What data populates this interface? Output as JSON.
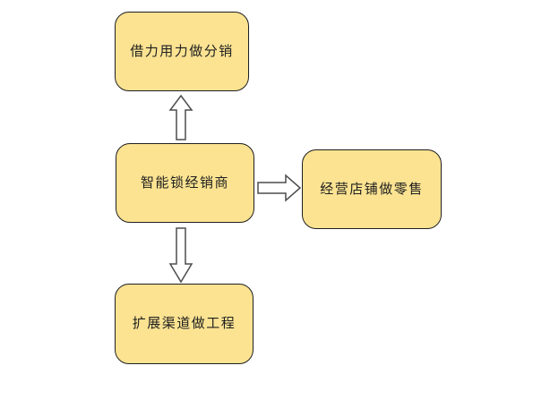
{
  "colors": {
    "canvas_bg": "#ffffff",
    "node_fill": "#fbe392",
    "node_border": "#1f1f1f",
    "arrow_fill": "#ffffff",
    "arrow_border": "#4d4d4d",
    "text": "#1f1f1f"
  },
  "diagram": {
    "type": "flowchart",
    "nodes": {
      "top": {
        "label": "借力用力做分销"
      },
      "center": {
        "label": "智能锁经销商"
      },
      "right": {
        "label": "经营店铺做零售"
      },
      "bottom": {
        "label": "扩展渠道做工程"
      }
    },
    "arrows": [
      {
        "from": "center",
        "to": "top",
        "direction": "up"
      },
      {
        "from": "center",
        "to": "right",
        "direction": "right"
      },
      {
        "from": "center",
        "to": "bottom",
        "direction": "down"
      }
    ]
  }
}
